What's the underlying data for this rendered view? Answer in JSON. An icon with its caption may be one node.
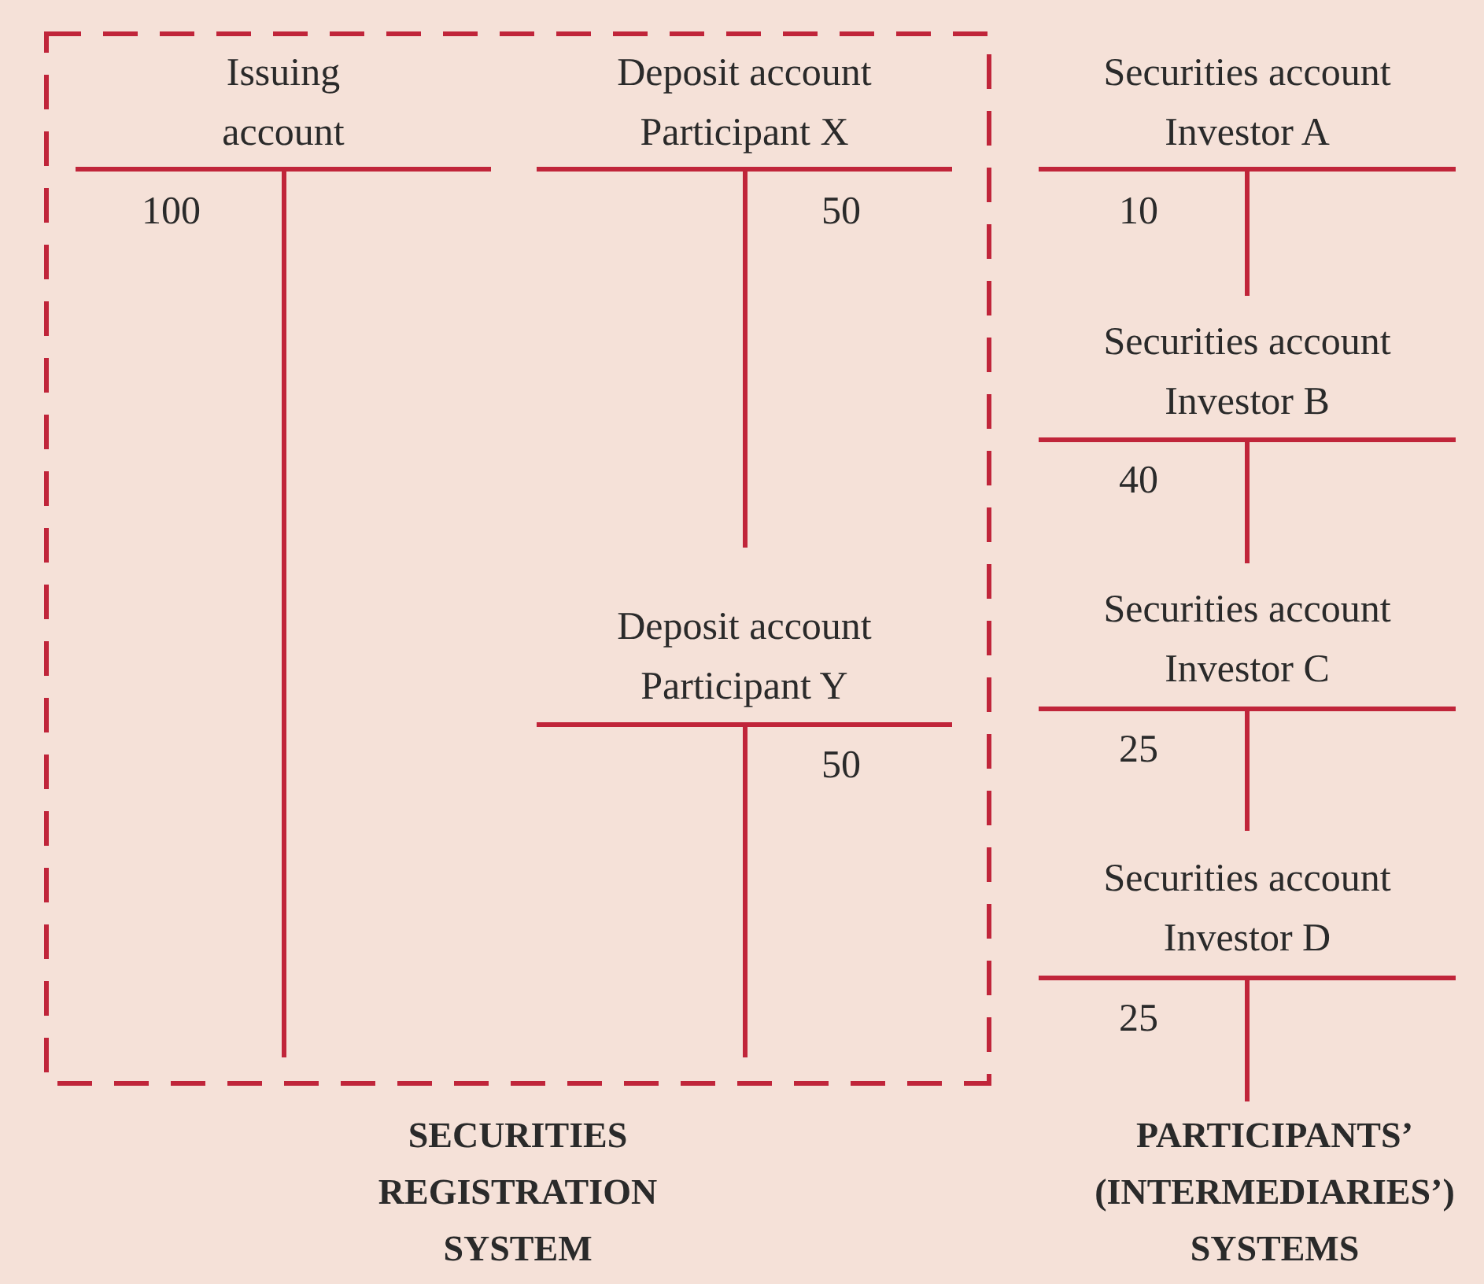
{
  "diagram": {
    "nodes": [
      {
        "text": [],
        "shape": "box",
        "beside": [
          "SECURITIES REGISTRATION SYSTEM"
        ]
      },
      {
        "text": [
          "Issuing account",
          "100"
        ],
        "in": 0
      },
      {
        "text": [
          "Deposit account Participant X",
          "50"
        ],
        "in": 0
      },
      {
        "text": [
          "Deposit account Participant Y",
          "50"
        ],
        "in": 0
      },
      {
        "text": [
          "Securities account Investor A",
          "10"
        ]
      },
      {
        "text": [
          "Securities account Investor B",
          "40"
        ]
      },
      {
        "text": [
          "Securities account Investor C",
          "25"
        ]
      },
      {
        "text": [
          "Securities account Investor D",
          "25"
        ]
      }
    ],
    "labels": [
      "PARTICIPANTS’ (INTERMEDIARIES’) SYSTEMS"
    ]
  }
}
